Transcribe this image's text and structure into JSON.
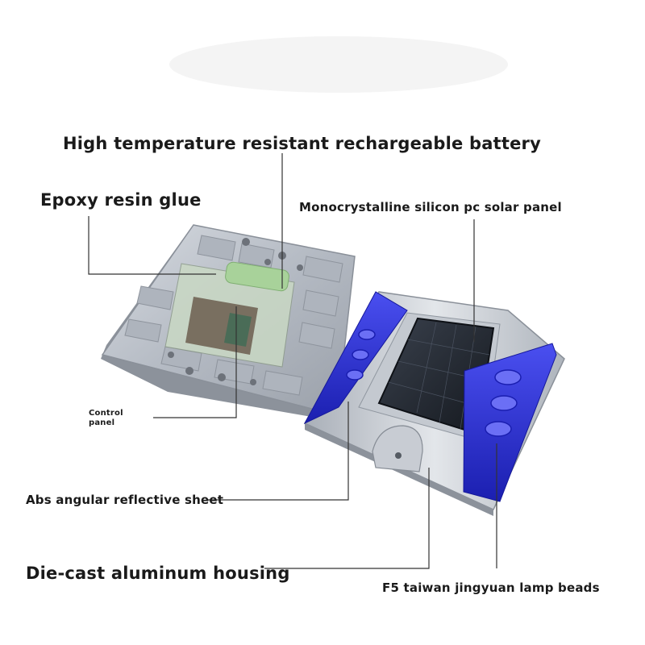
{
  "labels": {
    "battery": "High temperature resistant rechargeable battery",
    "epoxy": "Epoxy resin glue",
    "solar_panel": "Monocrystalline silicon pc solar panel",
    "control_panel_line1": "Control",
    "control_panel_line2": "panel",
    "reflective_sheet": "Abs angular reflective sheet",
    "housing": "Die-cast aluminum housing",
    "lamp_beads": "F5 taiwan jingyuan lamp beads"
  },
  "colors": {
    "aluminum": "#b9bec6",
    "aluminum_dark": "#8f959e",
    "reflector_blue": "#2a2fd8",
    "solar_cell": "#1e232b",
    "battery_green": "#a8d29a",
    "leader_line": "#333333"
  }
}
